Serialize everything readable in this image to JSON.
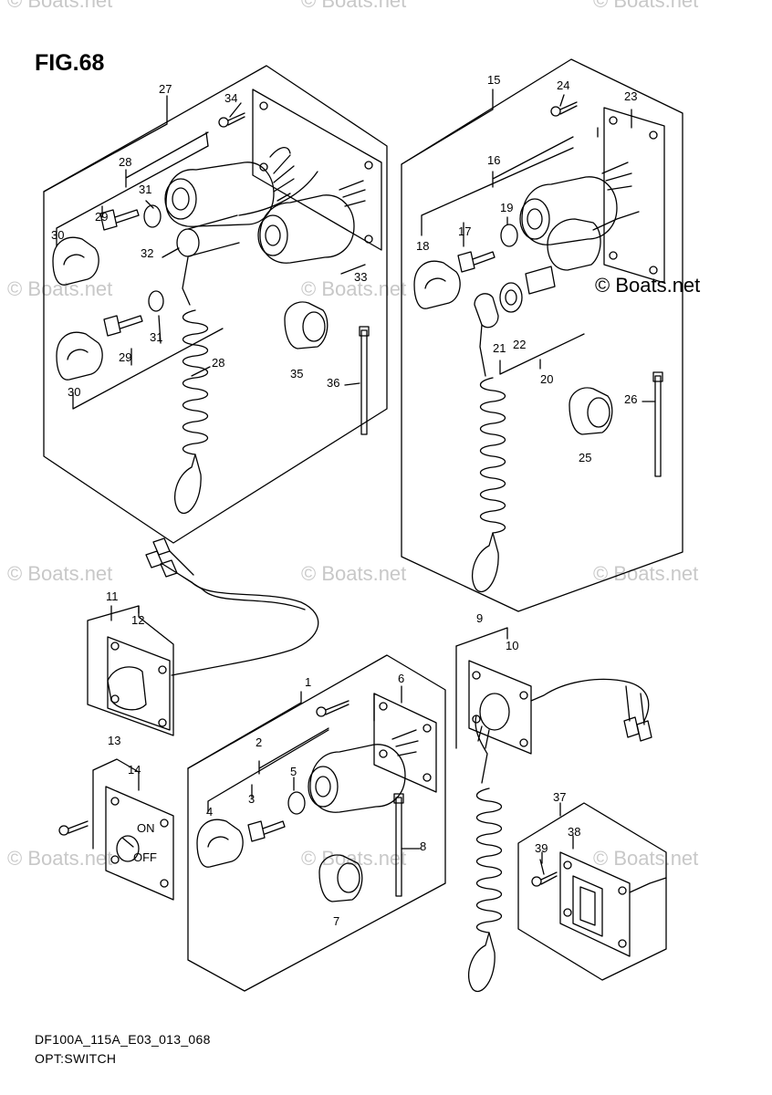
{
  "figure": {
    "title": "FIG.68",
    "code": "DF100A_115A_E03_013_068",
    "name": "OPT:SWITCH",
    "brand": "© Boats.net"
  },
  "watermark_text": "© Boats.net",
  "line_color": "#000000",
  "watermark_color": "#c8c8c8",
  "callouts": [
    "1",
    "2",
    "3",
    "4",
    "5",
    "6",
    "7",
    "8",
    "9",
    "10",
    "11",
    "12",
    "13",
    "14",
    "15",
    "16",
    "17",
    "18",
    "19",
    "20",
    "21",
    "22",
    "23",
    "24",
    "25",
    "26",
    "27",
    "28",
    "29",
    "30",
    "31",
    "32",
    "33",
    "34",
    "35",
    "36",
    "37",
    "38",
    "39"
  ],
  "switch_labels": {
    "on": "ON",
    "off": "OFF"
  }
}
